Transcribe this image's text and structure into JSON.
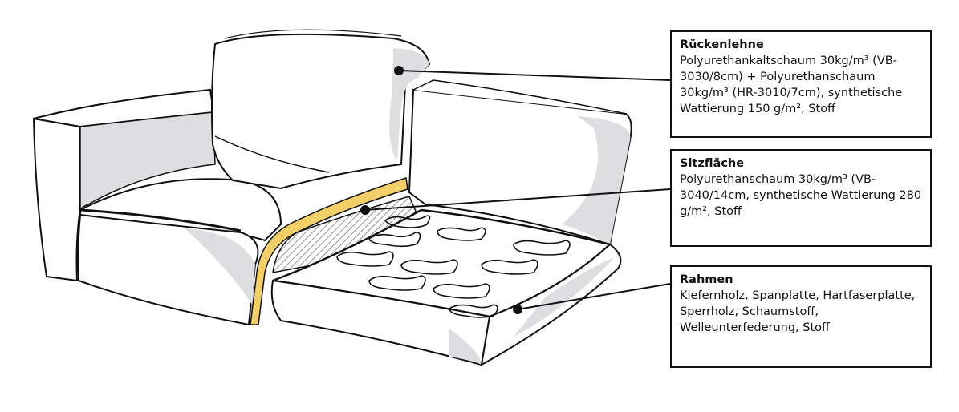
{
  "callouts": {
    "backrest": {
      "title": "Rückenlehne",
      "text": "Polyurethankaltschaum 30kg/m³ (VB-3030/8cm) + Polyurethanschaum 30kg/m³ (HR-3010/7cm), synthetische Wattierung 150 g/m², Stoff"
    },
    "seat": {
      "title": "Sitzfläche",
      "text": "Polyurethanschaum 30kg/m³ (VB-3040/14cm, synthetische Wattierung 280 g/m², Stoff"
    },
    "frame": {
      "title": "Rahmen",
      "text": "Kiefernholz, Spanplatte, Hartfaserplatte, Sperrholz, Schaumstoff, Welleunterfederung, Stoff"
    }
  },
  "colors": {
    "outline": "#111111",
    "shade": "#dcdedf",
    "foam": "#f3cf6a",
    "paper": "#ffffff"
  }
}
